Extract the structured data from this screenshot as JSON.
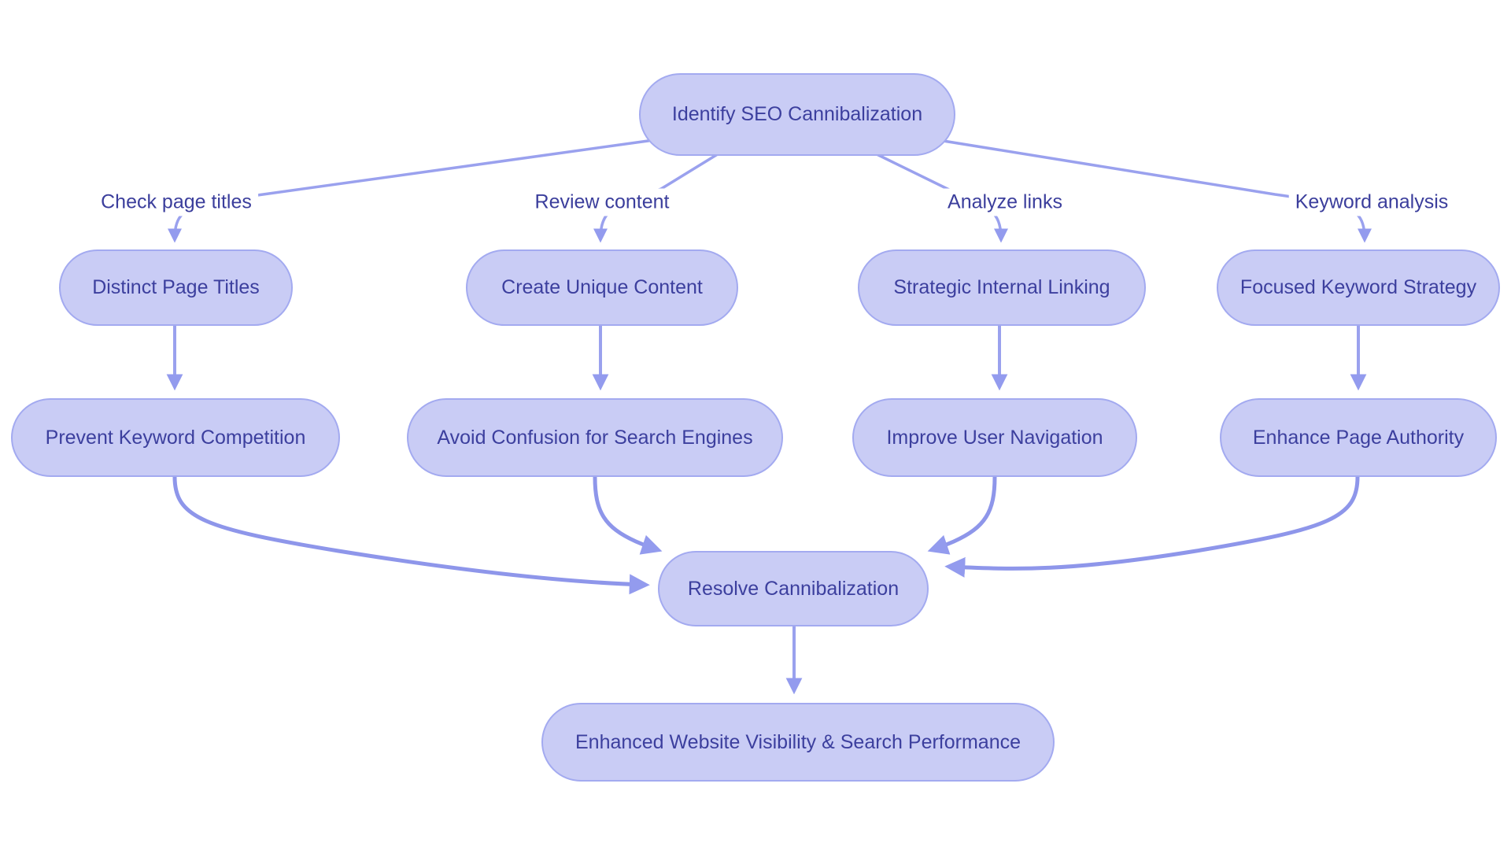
{
  "diagram": {
    "type": "flowchart",
    "direction": "top-down",
    "nodes": [
      {
        "id": "identify",
        "label": "Identify SEO Cannibalization"
      },
      {
        "id": "distinct",
        "label": "Distinct Page Titles"
      },
      {
        "id": "create",
        "label": "Create Unique Content"
      },
      {
        "id": "strategic",
        "label": "Strategic Internal Linking"
      },
      {
        "id": "focused",
        "label": "Focused Keyword Strategy"
      },
      {
        "id": "prevent",
        "label": "Prevent Keyword Competition"
      },
      {
        "id": "avoid",
        "label": "Avoid Confusion for Search Engines"
      },
      {
        "id": "improve",
        "label": "Improve User Navigation"
      },
      {
        "id": "enhance",
        "label": "Enhance Page Authority"
      },
      {
        "id": "resolve",
        "label": "Resolve Cannibalization"
      },
      {
        "id": "outcome",
        "label": "Enhanced Website Visibility & Search Performance"
      }
    ],
    "edges": [
      {
        "from": "identify",
        "to": "distinct",
        "label": "Check page titles"
      },
      {
        "from": "identify",
        "to": "create",
        "label": "Review content"
      },
      {
        "from": "identify",
        "to": "strategic",
        "label": "Analyze links"
      },
      {
        "from": "identify",
        "to": "focused",
        "label": "Keyword analysis"
      },
      {
        "from": "distinct",
        "to": "prevent"
      },
      {
        "from": "create",
        "to": "avoid"
      },
      {
        "from": "strategic",
        "to": "improve"
      },
      {
        "from": "focused",
        "to": "enhance"
      },
      {
        "from": "prevent",
        "to": "resolve"
      },
      {
        "from": "avoid",
        "to": "resolve"
      },
      {
        "from": "improve",
        "to": "resolve"
      },
      {
        "from": "enhance",
        "to": "resolve"
      },
      {
        "from": "resolve",
        "to": "outcome"
      }
    ],
    "colors": {
      "background": "#ffffff",
      "node_fill": "#c9ccf5",
      "node_border": "#a3aaf0",
      "node_text": "#3c3f9e",
      "edge_stroke": "#939bee",
      "edge_label_text": "#3b3e9c"
    }
  }
}
